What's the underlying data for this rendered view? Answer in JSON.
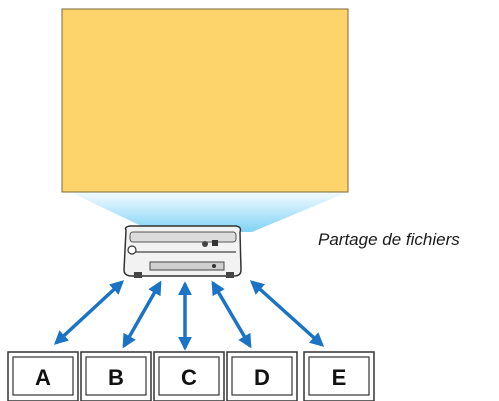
{
  "caption": "Partage de fichiers",
  "monitors": [
    {
      "label": "A"
    },
    {
      "label": "B"
    },
    {
      "label": "C"
    },
    {
      "label": "D"
    },
    {
      "label": "E"
    }
  ],
  "colors": {
    "screen": "#fcd46b",
    "beam_top": "#f3fbff",
    "beam_bottom": "#7fd3f5",
    "arrow": "#1a73c4"
  }
}
